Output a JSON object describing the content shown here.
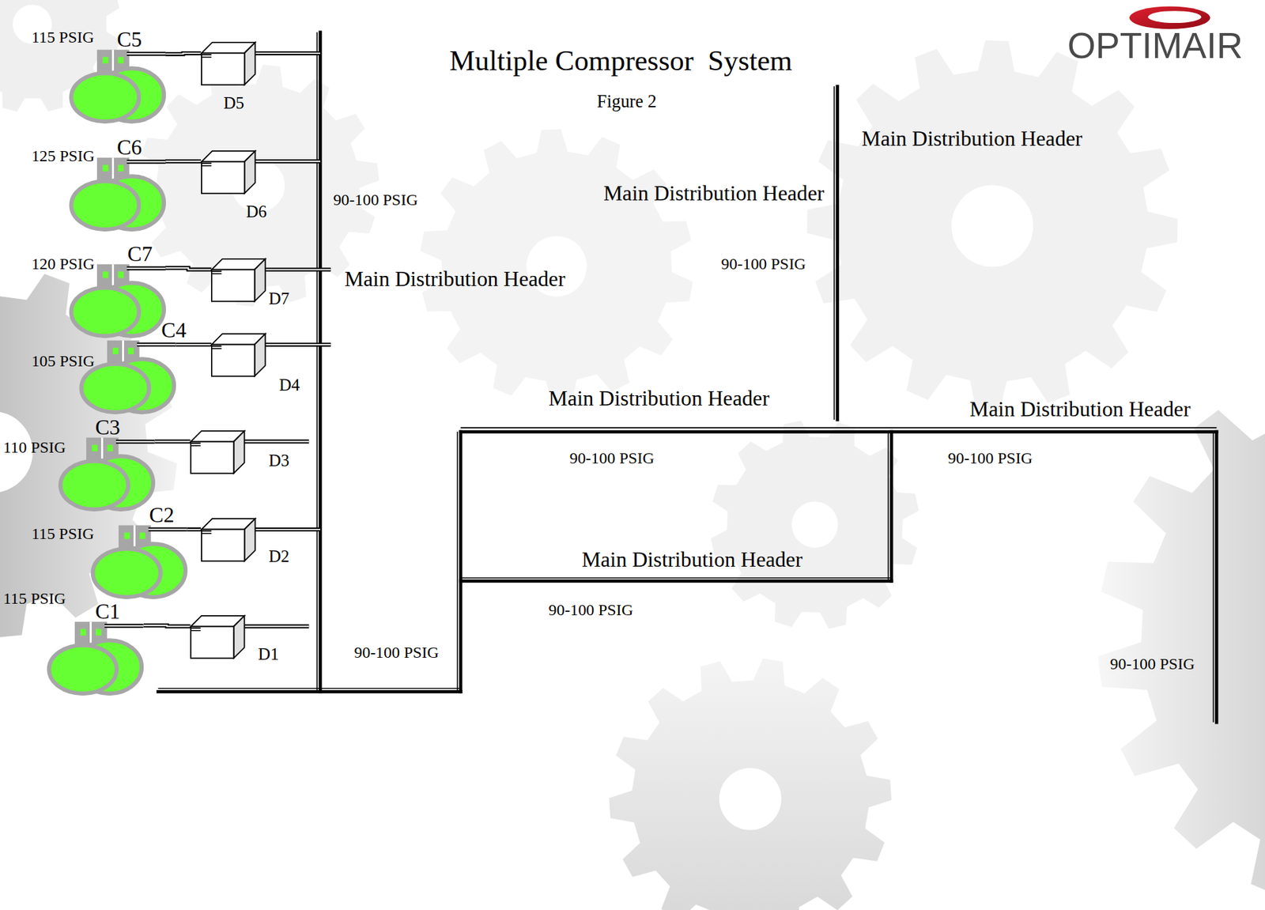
{
  "diagram": {
    "title": "Multiple Compressor  System",
    "nodes": [
      {
        "text": [
          "C5"
        ]
      },
      {
        "text": [
          "D5"
        ]
      },
      {
        "text": [
          "C6"
        ]
      },
      {
        "text": [
          "D6"
        ]
      },
      {
        "text": [
          "C7"
        ]
      },
      {
        "text": [
          "D7"
        ]
      },
      {
        "text": [
          "C4"
        ]
      },
      {
        "text": [
          "D4"
        ]
      },
      {
        "text": [
          "C3"
        ]
      },
      {
        "text": [
          "D3"
        ]
      },
      {
        "text": [
          "C2"
        ]
      },
      {
        "text": [
          "D2"
        ]
      },
      {
        "text": [
          "C1"
        ]
      },
      {
        "text": [
          "D1"
        ]
      }
    ],
    "edges": [
      {
        "from": 0,
        "to": 1,
        "arrow": "none"
      },
      {
        "from": 2,
        "to": 3,
        "arrow": "none"
      },
      {
        "from": 4,
        "to": 5,
        "arrow": "none"
      },
      {
        "from": 6,
        "to": 7,
        "arrow": "none"
      },
      {
        "from": 8,
        "to": 9,
        "arrow": "none"
      },
      {
        "from": 10,
        "to": 11,
        "arrow": "none"
      },
      {
        "from": 12,
        "to": 13,
        "arrow": "none"
      }
    ],
    "labels": [
      "OPTIMAIR",
      "Figure 2",
      "115 PSIG",
      "125 PSIG",
      "90-100 PSIG",
      "Main Distribution Header",
      "Main Distribution Header",
      "90-100 PSIG",
      "120 PSIG",
      "Main Distribution Header",
      "105 PSIG",
      "Main Distribution Header",
      "Main Distribution Header",
      "110 PSIG",
      "90-100 PSIG",
      "90-100 PSIG",
      "115 PSIG",
      "Main Distribution Header",
      "115 PSIG",
      "90-100 PSIG",
      "90-100 PSIG",
      "90-100 PSIG"
    ]
  }
}
